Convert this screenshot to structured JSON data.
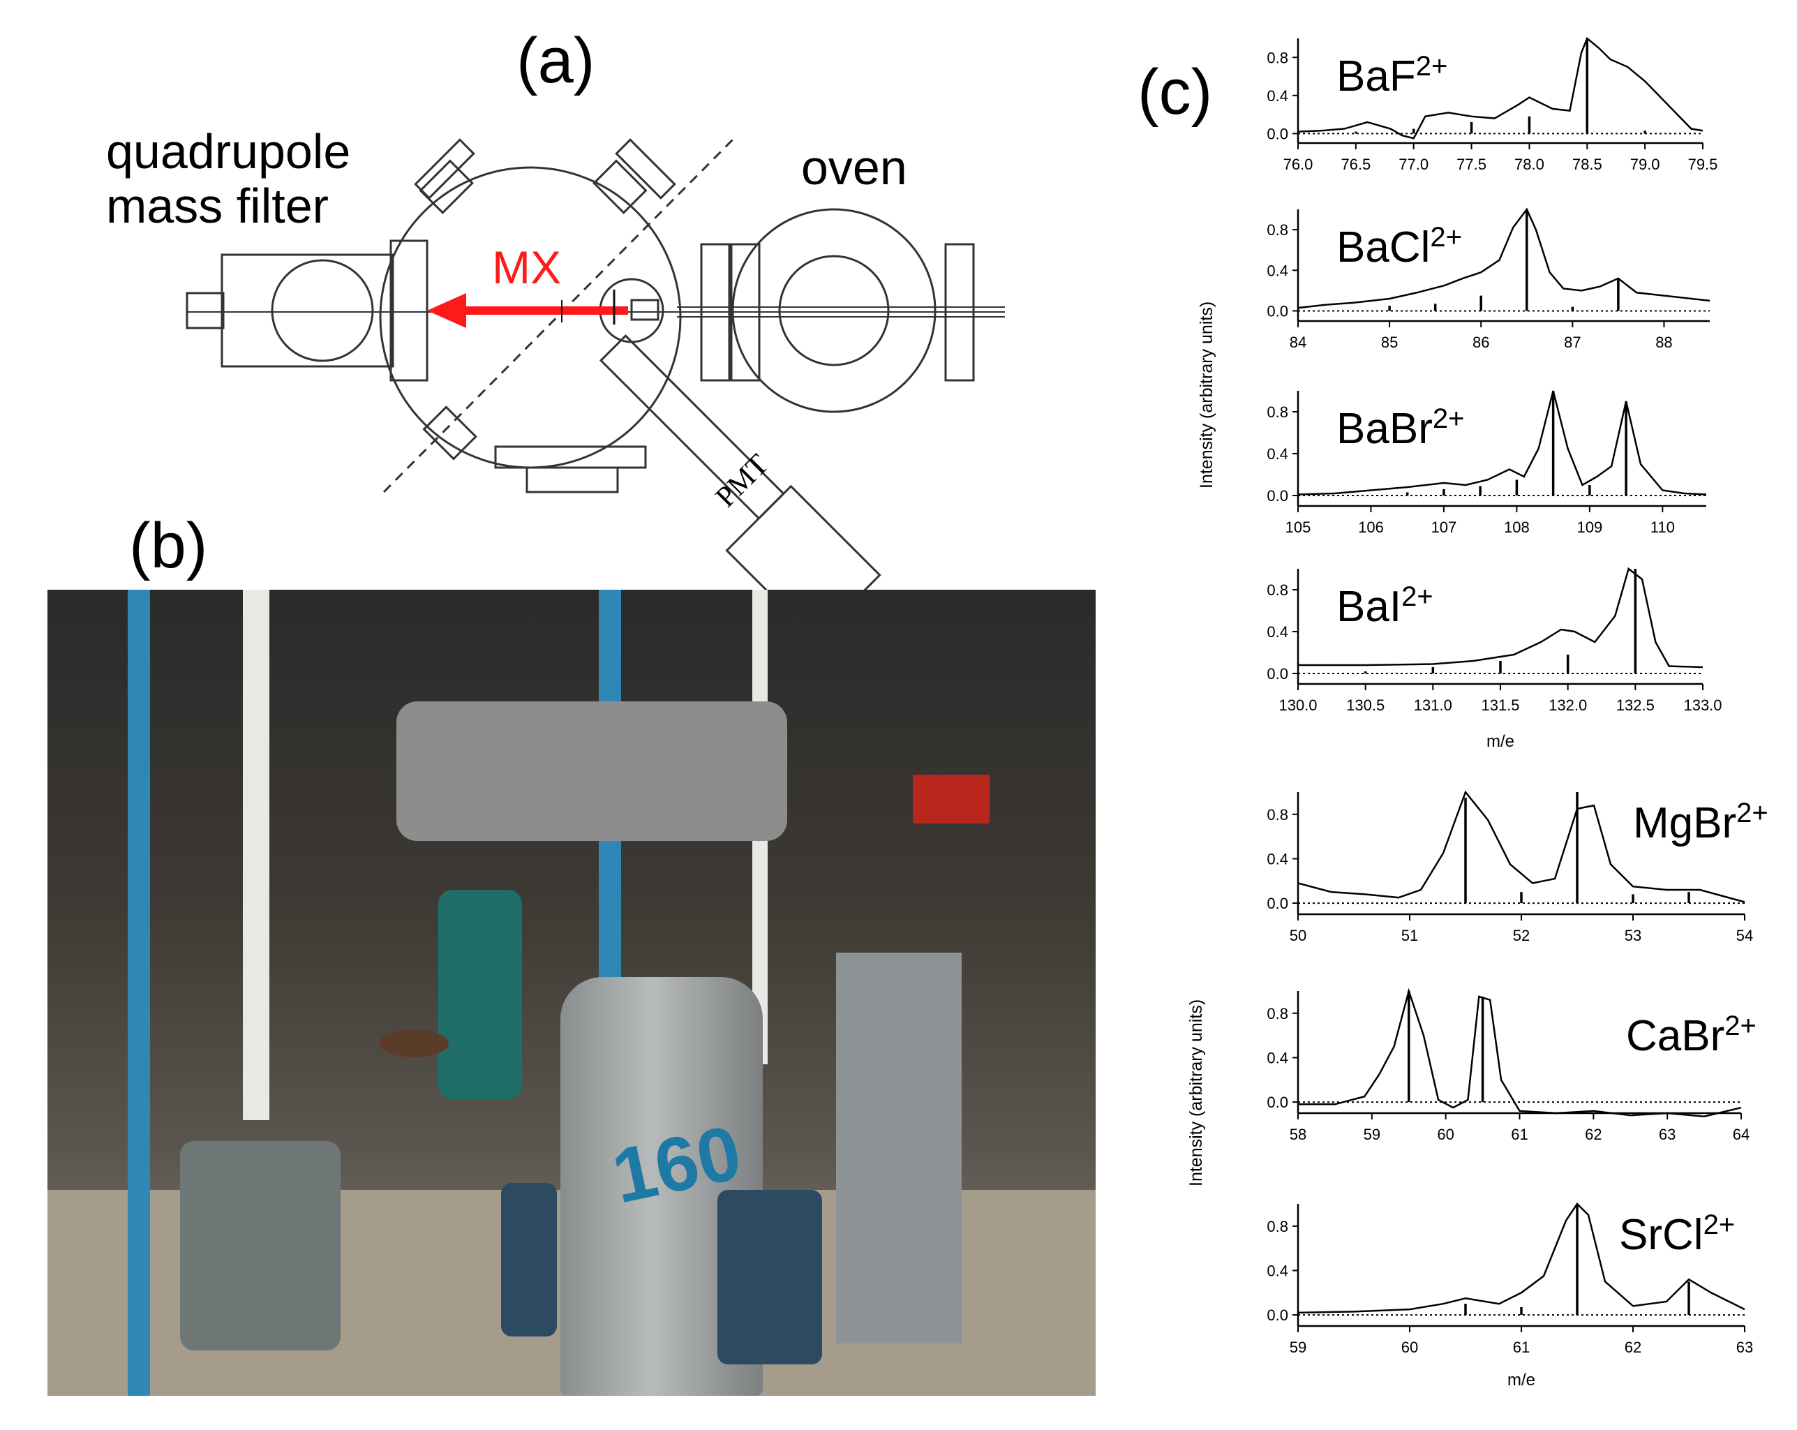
{
  "panel_a": {
    "label": "(a)",
    "quadrupole_label_line1": "quadrupole",
    "quadrupole_label_line2": "mass filter",
    "oven_label": "oven",
    "beam_label": "MX",
    "pmt_label": "PMT",
    "beam_color": "#ff1a1a"
  },
  "panel_b": {
    "label": "(b)",
    "cylinder_label": "160"
  },
  "panel_c": {
    "label": "(c)",
    "ylabel": "Intensity (arbitrary units)",
    "xlabel": "m/e"
  },
  "chart_data": [
    {
      "type": "line",
      "title": "BaF2+",
      "title_base": "BaF",
      "title_sup": "2+",
      "xlabel": "",
      "ylabel": "Intensity (arbitrary units)",
      "xlim": [
        76.0,
        79.5
      ],
      "ylim": [
        -0.1,
        1.0
      ],
      "xticks": [
        "76.0",
        "76.5",
        "77.0",
        "77.5",
        "78.0",
        "78.5",
        "79.0",
        "79.5"
      ],
      "yticks": [
        "0.0",
        "0.4",
        "0.8"
      ],
      "series": [
        {
          "x": [
            76.0,
            76.2,
            76.4,
            76.6,
            76.8,
            76.9,
            77.0,
            77.1,
            77.3,
            77.5,
            77.7,
            77.9,
            78.0,
            78.2,
            78.35,
            78.45,
            78.5,
            78.6,
            78.7,
            78.85,
            79.0,
            79.2,
            79.4,
            79.5
          ],
          "y": [
            0.02,
            0.03,
            0.05,
            0.12,
            0.05,
            -0.02,
            -0.05,
            0.18,
            0.22,
            0.18,
            0.16,
            0.3,
            0.38,
            0.26,
            0.24,
            0.85,
            1.0,
            0.9,
            0.78,
            0.7,
            0.55,
            0.3,
            0.05,
            0.03
          ]
        }
      ],
      "sticks": {
        "x": [
          76.5,
          77.0,
          77.5,
          78.0,
          78.5,
          79.0
        ],
        "y": [
          0.02,
          0.05,
          0.12,
          0.18,
          1.0,
          0.03
        ]
      }
    },
    {
      "type": "line",
      "title": "BaCl2+",
      "title_base": "BaCl",
      "title_sup": "2+",
      "xlabel": "",
      "ylabel": "Intensity (arbitrary units)",
      "xlim": [
        84,
        88.5
      ],
      "ylim": [
        -0.1,
        1.0
      ],
      "xticks": [
        "84",
        "85",
        "86",
        "87",
        "88"
      ],
      "yticks": [
        "0.0",
        "0.4",
        "0.8"
      ],
      "series": [
        {
          "x": [
            84.0,
            84.3,
            84.6,
            85.0,
            85.3,
            85.6,
            85.8,
            86.0,
            86.2,
            86.35,
            86.5,
            86.6,
            86.75,
            86.9,
            87.1,
            87.3,
            87.5,
            87.7,
            88.0,
            88.3,
            88.5
          ],
          "y": [
            0.03,
            0.06,
            0.08,
            0.12,
            0.18,
            0.25,
            0.32,
            0.38,
            0.5,
            0.82,
            1.0,
            0.8,
            0.38,
            0.22,
            0.2,
            0.24,
            0.32,
            0.18,
            0.15,
            0.12,
            0.1
          ]
        }
      ],
      "sticks": {
        "x": [
          85.0,
          85.5,
          86.0,
          86.5,
          87.0,
          87.5
        ],
        "y": [
          0.05,
          0.07,
          0.15,
          1.0,
          0.04,
          0.32
        ]
      }
    },
    {
      "type": "line",
      "title": "BaBr2+",
      "title_base": "BaBr",
      "title_sup": "2+",
      "xlabel": "",
      "ylabel": "Intensity (arbitrary units)",
      "xlim": [
        105,
        110.6
      ],
      "ylim": [
        -0.1,
        1.0
      ],
      "xticks": [
        "105",
        "106",
        "107",
        "108",
        "109",
        "110"
      ],
      "yticks": [
        "0.0",
        "0.4",
        "0.8"
      ],
      "series": [
        {
          "x": [
            105.0,
            105.5,
            106.0,
            106.5,
            107.0,
            107.3,
            107.6,
            107.9,
            108.1,
            108.3,
            108.5,
            108.7,
            108.9,
            109.1,
            109.3,
            109.5,
            109.7,
            110.0,
            110.3,
            110.6
          ],
          "y": [
            0.01,
            0.02,
            0.05,
            0.08,
            0.12,
            0.1,
            0.15,
            0.25,
            0.18,
            0.45,
            1.0,
            0.45,
            0.1,
            0.18,
            0.28,
            0.9,
            0.3,
            0.05,
            0.02,
            0.01
          ]
        }
      ],
      "sticks": {
        "x": [
          106.5,
          107.0,
          107.5,
          108.0,
          108.5,
          109.0,
          109.5
        ],
        "y": [
          0.03,
          0.06,
          0.09,
          0.15,
          1.0,
          0.1,
          0.9
        ]
      }
    },
    {
      "type": "line",
      "title": "BaI2+",
      "title_base": "BaI",
      "title_sup": "2+",
      "xlabel": "m/e",
      "ylabel": "Intensity (arbitrary units)",
      "xlim": [
        130.0,
        133.0
      ],
      "ylim": [
        -0.1,
        1.0
      ],
      "xticks": [
        "130.0",
        "130.5",
        "131.0",
        "131.5",
        "132.0",
        "132.5",
        "133.0"
      ],
      "yticks": [
        "0.0",
        "0.4",
        "0.8"
      ],
      "series": [
        {
          "x": [
            130.0,
            130.5,
            131.0,
            131.3,
            131.6,
            131.8,
            131.95,
            132.05,
            132.2,
            132.35,
            132.45,
            132.55,
            132.65,
            132.75,
            133.0
          ],
          "y": [
            0.08,
            0.08,
            0.09,
            0.12,
            0.18,
            0.3,
            0.42,
            0.4,
            0.3,
            0.55,
            1.0,
            0.9,
            0.3,
            0.07,
            0.06
          ]
        }
      ],
      "sticks": {
        "x": [
          130.5,
          131.0,
          131.5,
          132.0,
          132.5
        ],
        "y": [
          0.02,
          0.06,
          0.12,
          0.18,
          1.0
        ]
      }
    },
    {
      "type": "line",
      "title": "MgBr2+",
      "title_base": "MgBr",
      "title_sup": "2+",
      "xlabel": "",
      "ylabel": "Intensity (arbitrary units)",
      "xlim": [
        50,
        54
      ],
      "ylim": [
        -0.1,
        1.0
      ],
      "xticks": [
        "50",
        "51",
        "52",
        "53",
        "54"
      ],
      "yticks": [
        "0.0",
        "0.4",
        "0.8"
      ],
      "series": [
        {
          "x": [
            50.0,
            50.3,
            50.6,
            50.9,
            51.1,
            51.3,
            51.5,
            51.7,
            51.9,
            52.1,
            52.3,
            52.5,
            52.65,
            52.8,
            53.0,
            53.3,
            53.6,
            54.0
          ],
          "y": [
            0.18,
            0.1,
            0.08,
            0.05,
            0.12,
            0.45,
            1.0,
            0.75,
            0.35,
            0.18,
            0.22,
            0.85,
            0.88,
            0.35,
            0.15,
            0.12,
            0.12,
            0.01
          ]
        }
      ],
      "sticks": {
        "x": [
          51.5,
          52.0,
          52.5,
          53.0,
          53.5
        ],
        "y": [
          0.95,
          0.1,
          1.0,
          0.08,
          0.1
        ]
      }
    },
    {
      "type": "line",
      "title": "CaBr2+",
      "title_base": "CaBr",
      "title_sup": "2+",
      "xlabel": "",
      "ylabel": "Intensity (arbitrary units)",
      "xlim": [
        58,
        64
      ],
      "ylim": [
        -0.1,
        1.0
      ],
      "xticks": [
        "58",
        "59",
        "60",
        "61",
        "62",
        "63",
        "64"
      ],
      "yticks": [
        "0.0",
        "0.4",
        "0.8"
      ],
      "series": [
        {
          "x": [
            58.0,
            58.5,
            58.9,
            59.1,
            59.3,
            59.5,
            59.7,
            59.9,
            60.1,
            60.3,
            60.45,
            60.6,
            60.75,
            61.0,
            61.5,
            62.0,
            62.5,
            63.0,
            63.5,
            64.0
          ],
          "y": [
            -0.02,
            -0.02,
            0.05,
            0.25,
            0.5,
            1.0,
            0.6,
            0.02,
            -0.05,
            0.02,
            0.95,
            0.92,
            0.2,
            -0.08,
            -0.1,
            -0.08,
            -0.12,
            -0.1,
            -0.13,
            -0.05
          ]
        }
      ],
      "sticks": {
        "x": [
          59.5,
          60.5
        ],
        "y": [
          1.0,
          0.95
        ]
      }
    },
    {
      "type": "line",
      "title": "SrCl2+",
      "title_base": "SrCl",
      "title_sup": "2+",
      "xlabel": "m/e",
      "ylabel": "Intensity (arbitrary units)",
      "xlim": [
        59,
        63
      ],
      "ylim": [
        -0.1,
        1.0
      ],
      "xticks": [
        "59",
        "60",
        "61",
        "62",
        "63"
      ],
      "yticks": [
        "0.0",
        "0.4",
        "0.8"
      ],
      "series": [
        {
          "x": [
            59.0,
            59.5,
            60.0,
            60.3,
            60.5,
            60.8,
            61.0,
            61.2,
            61.4,
            61.5,
            61.6,
            61.75,
            62.0,
            62.3,
            62.5,
            62.7,
            63.0
          ],
          "y": [
            0.02,
            0.03,
            0.05,
            0.1,
            0.15,
            0.1,
            0.2,
            0.35,
            0.85,
            1.0,
            0.9,
            0.3,
            0.08,
            0.12,
            0.32,
            0.2,
            0.05
          ]
        }
      ],
      "sticks": {
        "x": [
          60.5,
          61.0,
          61.5,
          62.5
        ],
        "y": [
          0.1,
          0.07,
          1.0,
          0.3
        ]
      }
    }
  ]
}
